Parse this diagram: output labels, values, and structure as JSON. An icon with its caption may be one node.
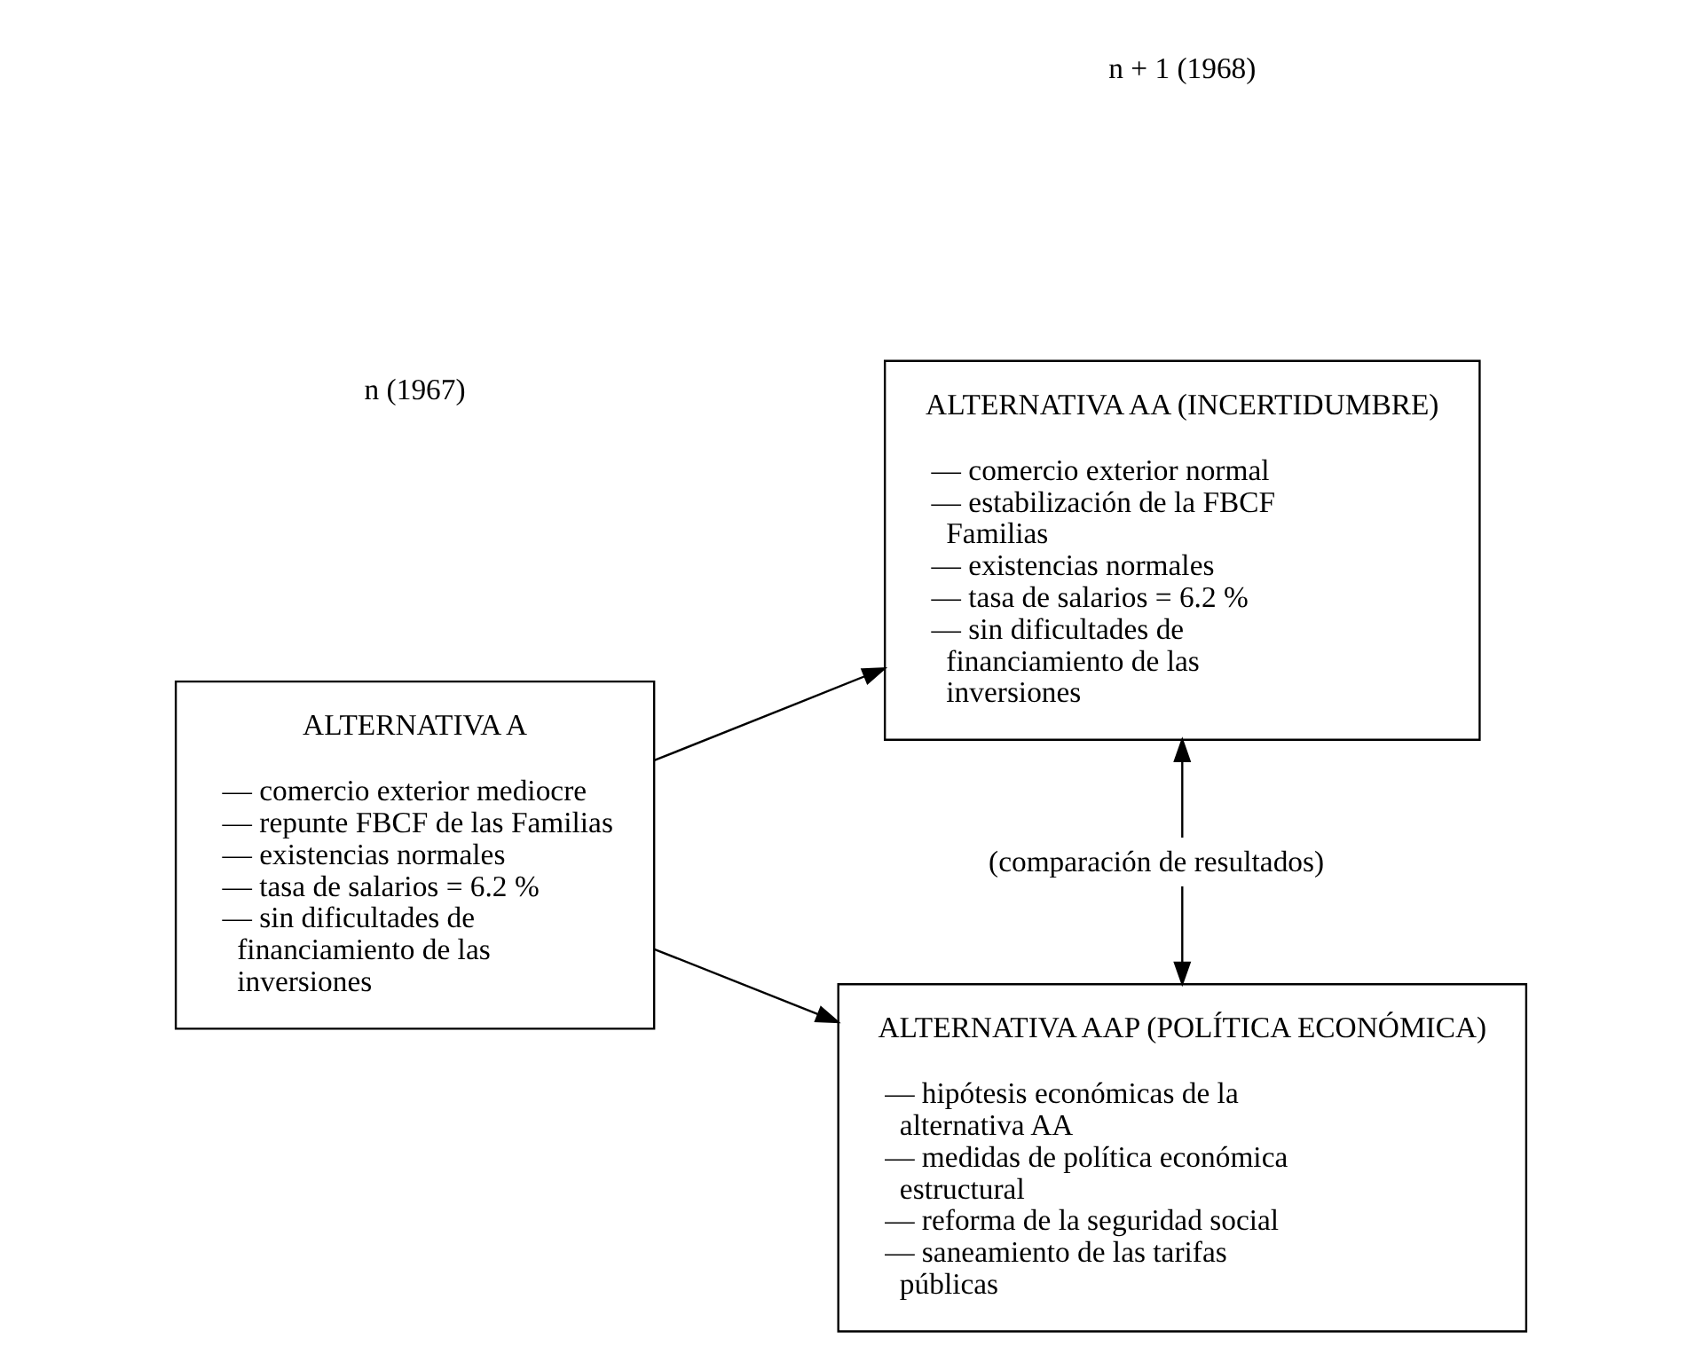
{
  "diagram": {
    "nodes": [
      {
        "text": [
          "ALTERNATIVA A",
          "— comercio exterior mediocre",
          "— repunte FBCF de las Familias",
          "— existencias normales",
          "— tasa de salarios = 6.2 %",
          "— sin dificultades de financiamiento de las inversiones"
        ]
      },
      {
        "text": [
          "ALTERNATIVA AA (INCERTIDUMBRE)",
          "— comercio exterior normal",
          "— estabilización de la FBCF Familias",
          "— existencias normales",
          "— tasa de salarios = 6.2 %",
          "— sin dificultades de financiamiento de las inversiones"
        ]
      },
      {
        "text": [
          "ALTERNATIVA AAP (POLÍTICA ECONÓMICA)",
          "— hipótesis económicas de la alternativa AA",
          "— medidas de política económica estructural",
          "— reforma de la seguridad social",
          "— saneamiento de las tarifas públicas"
        ]
      }
    ],
    "edges": [
      {
        "from": 0,
        "to": 1,
        "arrow": "to"
      },
      {
        "from": 0,
        "to": 2,
        "arrow": "to"
      },
      {
        "from": 1,
        "to": 2,
        "arrow": "both",
        "label": "(comparación de resultados)"
      }
    ],
    "labels": [
      "n (1967)",
      "n + 1 (1968)"
    ]
  }
}
